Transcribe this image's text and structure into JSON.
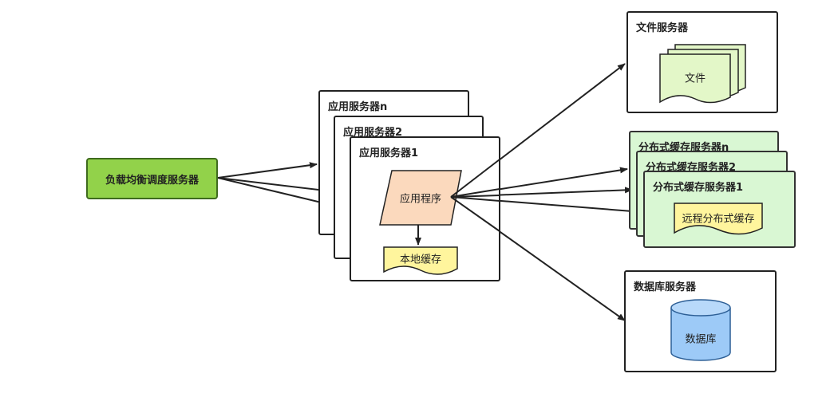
{
  "load_balancer": {
    "label": "负载均衡调度服务器"
  },
  "app_servers": {
    "titles": [
      "应用服务器n",
      "应用服务器2",
      "应用服务器1"
    ],
    "app_program": "应用程序",
    "local_cache": "本地缓存"
  },
  "file_server": {
    "title": "文件服务器",
    "doc_label": "文件"
  },
  "cache_servers": {
    "titles": [
      "分布式缓存服务器n",
      "分布式缓存服务器2",
      "分布式缓存服务器1"
    ],
    "cache_label": "远程分布式缓存"
  },
  "db_server": {
    "title": "数据库服务器",
    "db_label": "数据库"
  },
  "colors": {
    "load_balancer": "#92d24a",
    "app_program": "#fbd9bd",
    "local_cache": "#fff59d",
    "document": "#e3f7c8",
    "cache_panel": "#d9f7d3",
    "database": "#9dcaf7"
  }
}
